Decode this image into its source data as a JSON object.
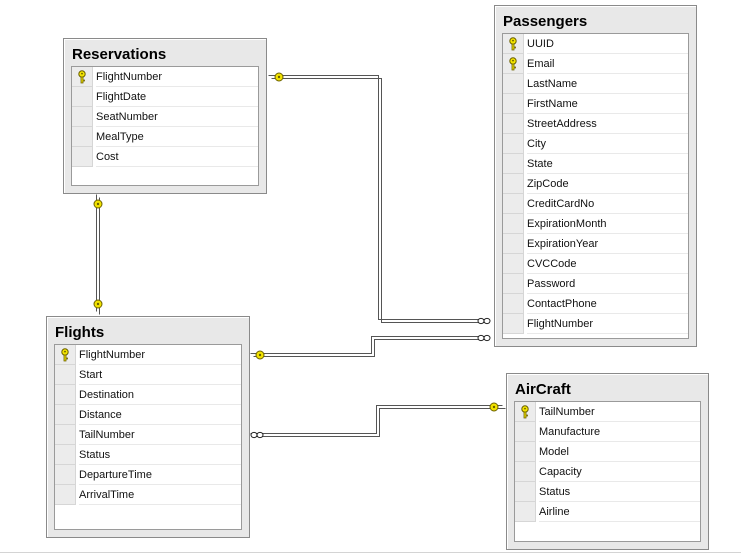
{
  "tables": [
    {
      "id": "reservations",
      "title": "Reservations",
      "columns": [
        {
          "name": "FlightNumber",
          "key": true
        },
        {
          "name": "FlightDate",
          "key": false
        },
        {
          "name": "SeatNumber",
          "key": false
        },
        {
          "name": "MealType",
          "key": false
        },
        {
          "name": "Cost",
          "key": false
        }
      ]
    },
    {
      "id": "passengers",
      "title": "Passengers",
      "columns": [
        {
          "name": "UUID",
          "key": true
        },
        {
          "name": "Email",
          "key": true
        },
        {
          "name": "LastName",
          "key": false
        },
        {
          "name": "FirstName",
          "key": false
        },
        {
          "name": "StreetAddress",
          "key": false
        },
        {
          "name": "City",
          "key": false
        },
        {
          "name": "State",
          "key": false
        },
        {
          "name": "ZipCode",
          "key": false
        },
        {
          "name": "CreditCardNo",
          "key": false
        },
        {
          "name": "ExpirationMonth",
          "key": false
        },
        {
          "name": "ExpirationYear",
          "key": false
        },
        {
          "name": "CVCCode",
          "key": false
        },
        {
          "name": "Password",
          "key": false
        },
        {
          "name": "ContactPhone",
          "key": false
        },
        {
          "name": "FlightNumber",
          "key": false
        }
      ]
    },
    {
      "id": "flights",
      "title": "Flights",
      "columns": [
        {
          "name": "FlightNumber",
          "key": true
        },
        {
          "name": "Start",
          "key": false
        },
        {
          "name": "Destination",
          "key": false
        },
        {
          "name": "Distance",
          "key": false
        },
        {
          "name": "TailNumber",
          "key": false
        },
        {
          "name": "Status",
          "key": false
        },
        {
          "name": "DepartureTime",
          "key": false
        },
        {
          "name": "ArrivalTime",
          "key": false
        }
      ]
    },
    {
      "id": "aircraft",
      "title": "AirCraft",
      "columns": [
        {
          "name": "TailNumber",
          "key": true
        },
        {
          "name": "Manufacture",
          "key": false
        },
        {
          "name": "Model",
          "key": false
        },
        {
          "name": "Capacity",
          "key": false
        },
        {
          "name": "Status",
          "key": false
        },
        {
          "name": "Airline",
          "key": false
        }
      ]
    }
  ],
  "relationships": [
    {
      "from": "reservations",
      "to": "flights",
      "from_end": "one",
      "to_end": "one"
    },
    {
      "from": "reservations",
      "to": "passengers",
      "from_end": "one",
      "to_end": "many"
    },
    {
      "from": "flights",
      "to": "passengers",
      "from_end": "one",
      "to_end": "many"
    },
    {
      "from": "flights",
      "to": "aircraft",
      "from_end": "many",
      "to_end": "one"
    }
  ],
  "colors": {
    "key_icon": "#f2e300",
    "key_outline": "#6b6000",
    "connector": "#555555",
    "table_background": "#e8e8e8",
    "table_border": "#8a8a8a"
  },
  "icons": {
    "primary_key": "key-icon",
    "one_end": "key-icon",
    "many_end": "infinity-icon"
  }
}
